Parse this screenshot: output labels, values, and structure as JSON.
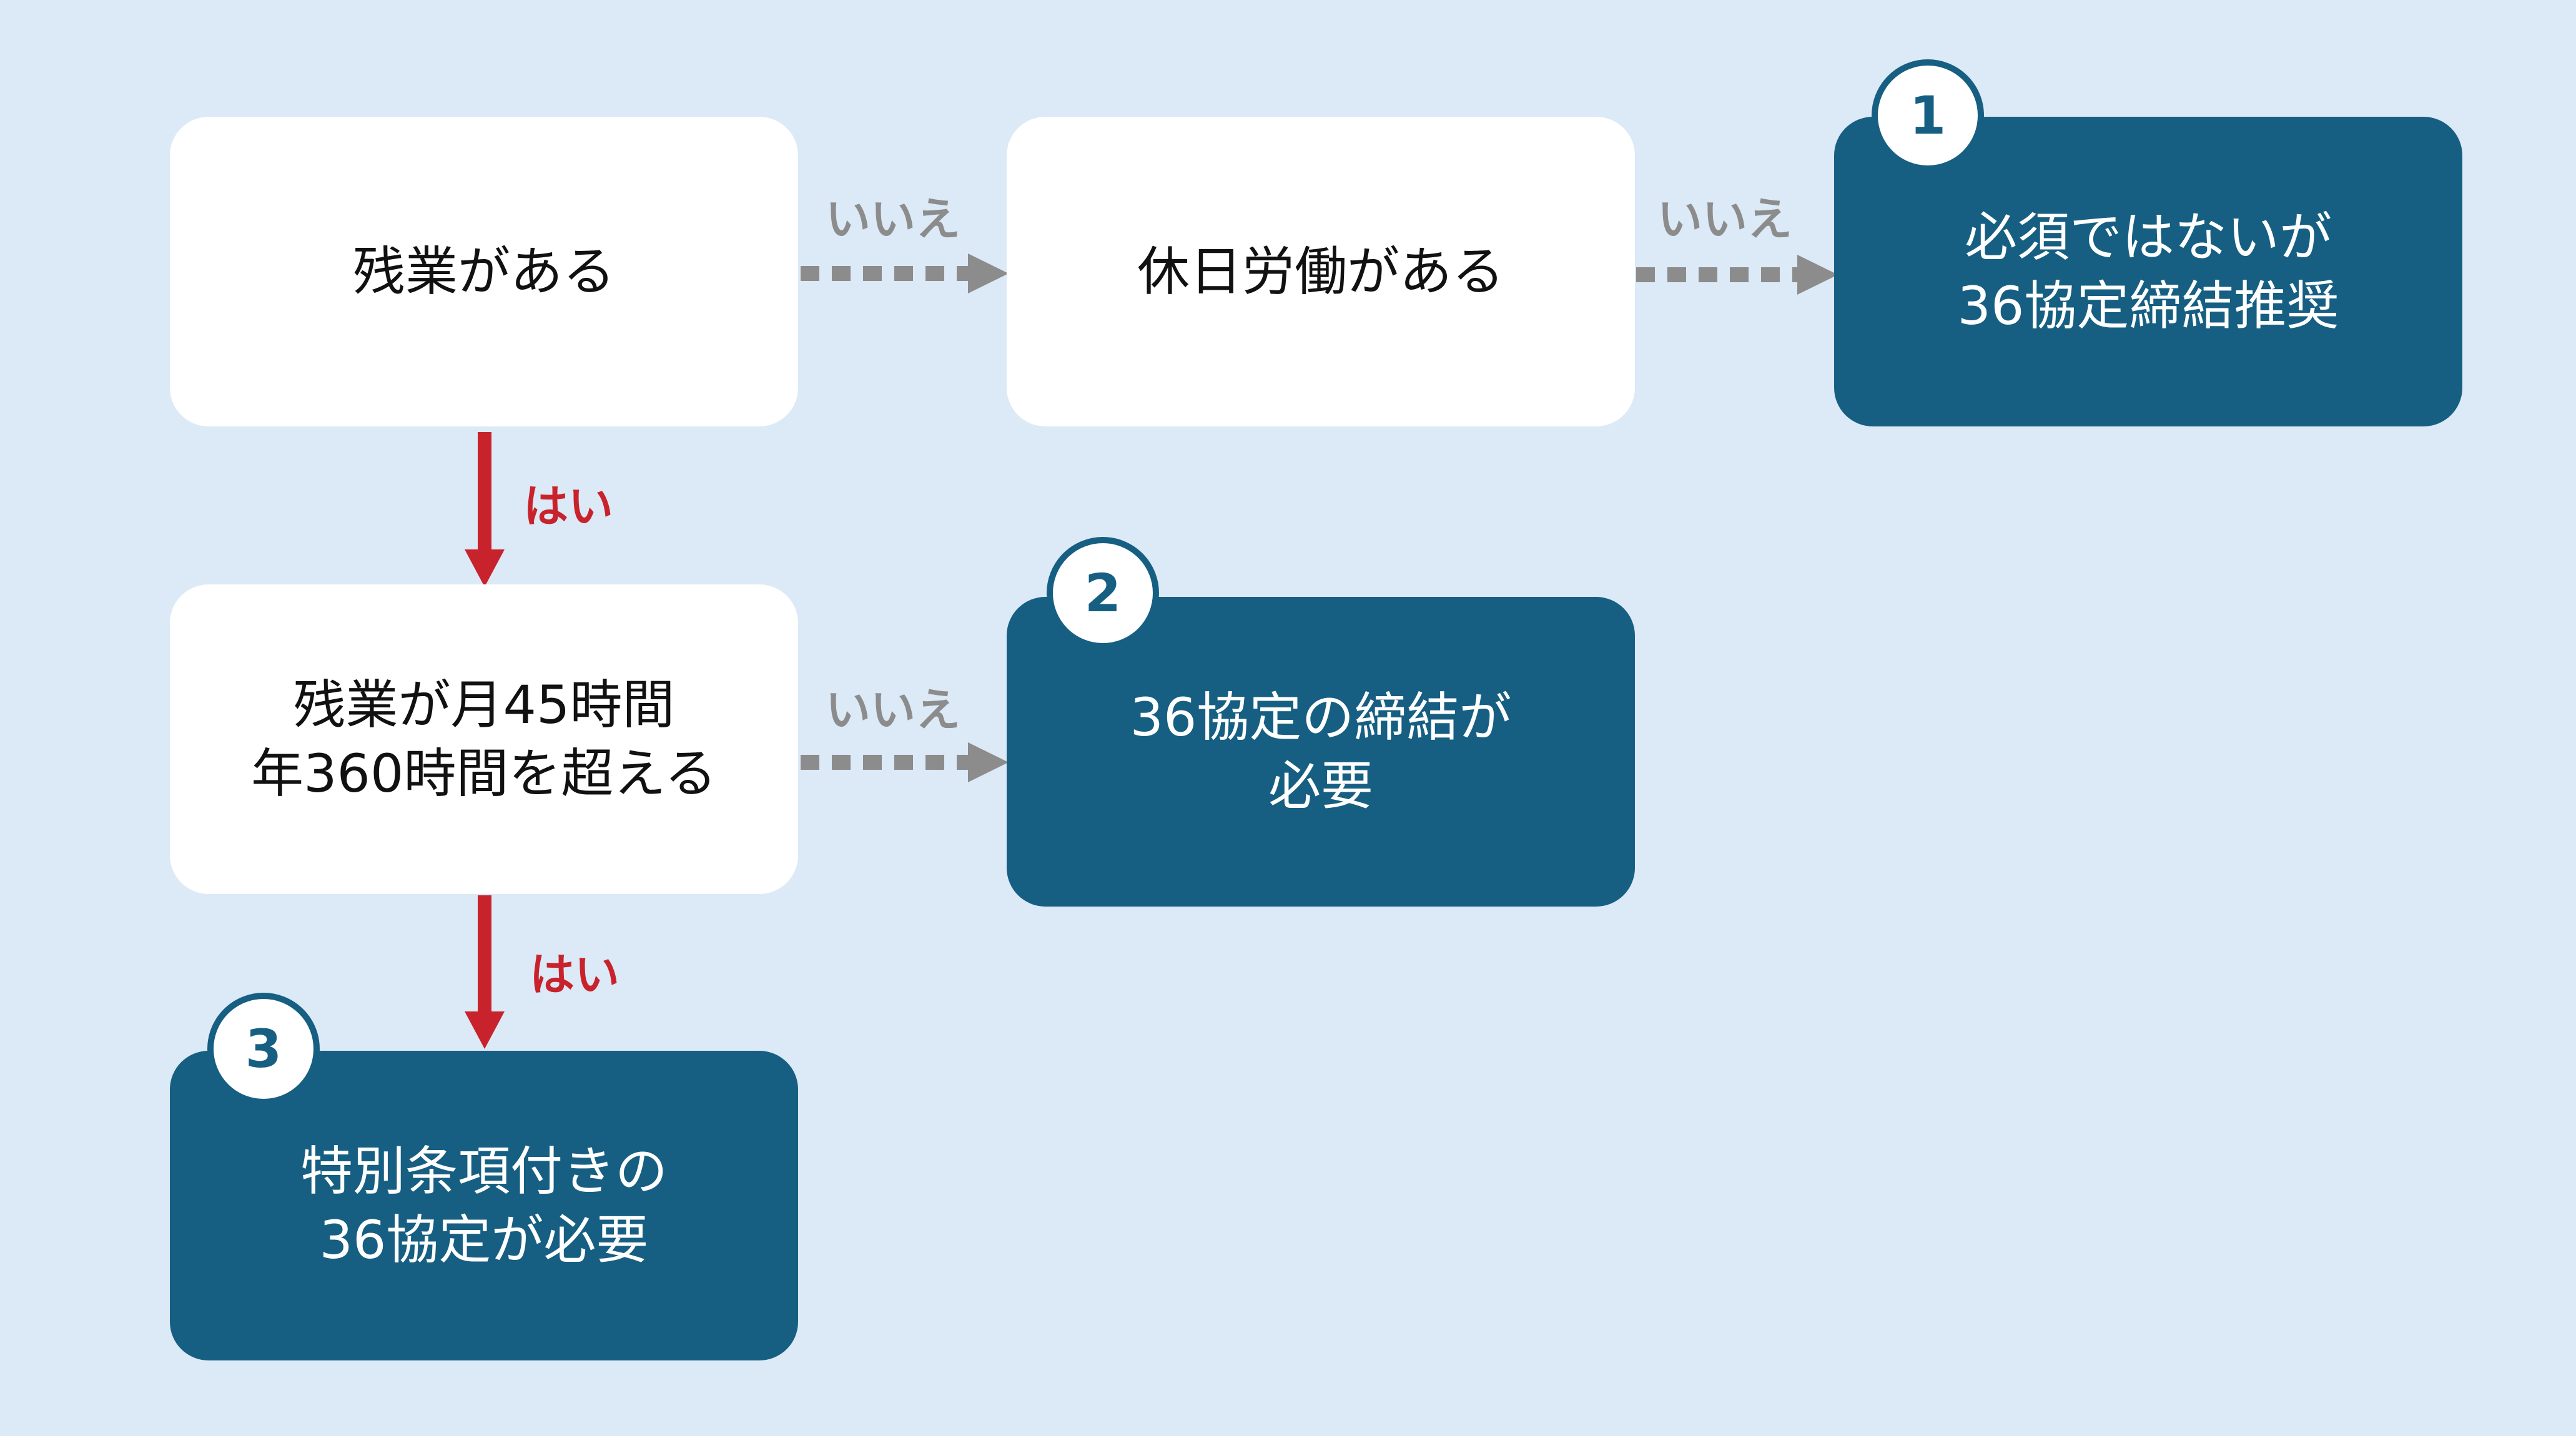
{
  "colors": {
    "background": "#dce9f6",
    "question_box": "#ffffff",
    "result_box": "#165f82",
    "yes_arrow": "#c8232c",
    "no_arrow": "#8c8c8c"
  },
  "questions": {
    "overtime": {
      "lines": [
        "残業がある"
      ]
    },
    "holiday": {
      "lines": [
        "休日労働がある"
      ]
    },
    "exceed": {
      "lines": [
        "残業が月45時間",
        "年360時間を超える"
      ]
    }
  },
  "results": {
    "r1": {
      "number": "1",
      "lines": [
        "必須ではないが",
        "36協定締結推奨"
      ]
    },
    "r2": {
      "number": "2",
      "lines": [
        "36協定の締結が",
        "必要"
      ]
    },
    "r3": {
      "number": "3",
      "lines": [
        "特別条項付きの",
        "36協定が必要"
      ]
    }
  },
  "labels": {
    "no_1": "いいえ",
    "no_2": "いいえ",
    "no_3": "いいえ",
    "yes_1": "はい",
    "yes_2": "はい"
  }
}
